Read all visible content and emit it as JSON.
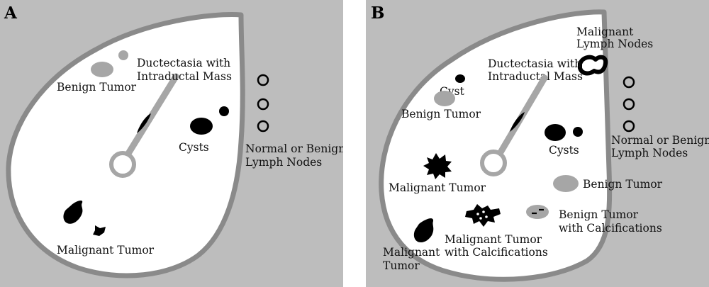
{
  "panels": [
    {
      "letter": "A",
      "labels": {
        "benign_tumor": "Benign Tumor",
        "ductectasia_1": "Ductectasia with",
        "ductectasia_2": "Intraductal Mass",
        "cysts": "Cysts",
        "lymph_1": "Normal or Benign",
        "lymph_2": "Lymph Nodes",
        "malignant_tumor": "Malignant Tumor"
      }
    },
    {
      "letter": "B",
      "labels": {
        "malignant_lymph_1": "Malignant",
        "malignant_lymph_2": "Lymph Nodes",
        "ductectasia_1": "Ductectasia with",
        "ductectasia_2": "Intraductal Mass",
        "cyst": "Cyst",
        "benign_tumor_top": "Benign Tumor",
        "cysts": "Cysts",
        "lymph_1": "Normal or Benign",
        "lymph_2": "Lymph Nodes",
        "malignant_tumor_mid": "Malignant Tumor",
        "benign_tumor_right": "Benign Tumor",
        "malignant_calc_1": "Malignant Tumor",
        "malignant_calc_2": "with Calcifications",
        "benign_calc_1": "Benign Tumor",
        "benign_calc_2": "with Calcifications",
        "malignant_bottom_1": "Malignant",
        "malignant_bottom_2": "Tumor"
      }
    }
  ],
  "colors": {
    "background": "#bdbdbd",
    "breast_fill": "#ffffff",
    "outline": "#8a8a8a",
    "benign": "#a6a6a6",
    "malignant": "#000000"
  }
}
